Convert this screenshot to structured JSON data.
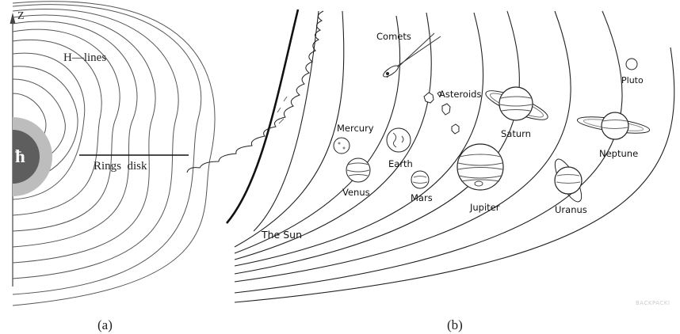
{
  "panel_a": {
    "axis_label": "Z",
    "lines_label": "H—lines",
    "disk_label": "Rings  disk",
    "planet_symbol": "ħ",
    "caption": "(a)"
  },
  "panel_b": {
    "labels": {
      "comets": "Comets",
      "asteroids": "Asteroids",
      "pluto": "Pluto",
      "mercury": "Mercury",
      "venus": "Venus",
      "earth": "Earth",
      "mars": "Mars",
      "jupiter": "Jupiter",
      "saturn": "Saturn",
      "uranus": "Uranus",
      "neptune": "Neptune",
      "sun": "The Sun"
    },
    "watermark": "BACKPACKI",
    "caption": "(b)"
  }
}
